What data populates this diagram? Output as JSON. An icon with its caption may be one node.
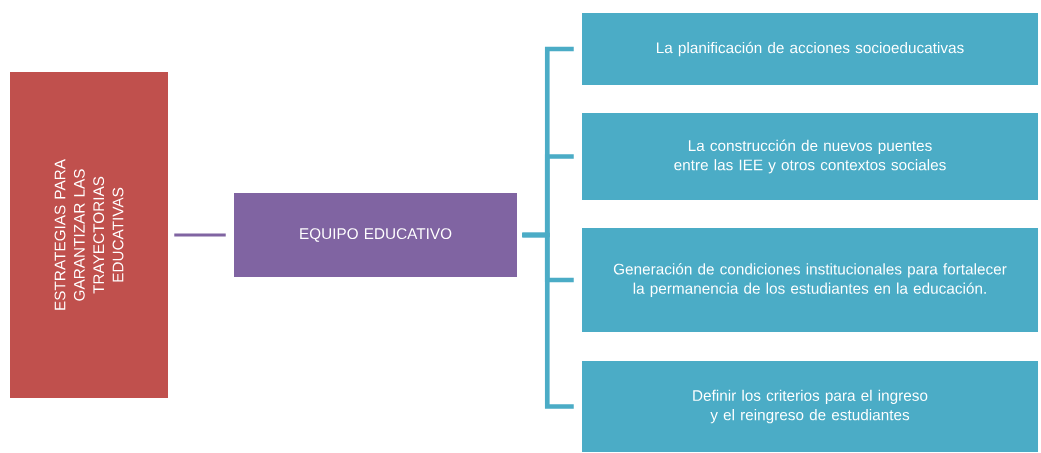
{
  "diagram": {
    "nodes": [
      {
        "text": [
          "ESTRATEGIAS PARA GARANTIZAR LAS TRAYECTORIAS EDUCATIVAS"
        ]
      },
      {
        "text": [
          "EQUIPO  EDUCATIVO"
        ]
      },
      {
        "text": [
          "La planificación de acciones  socioeducativas"
        ]
      },
      {
        "text": [
          "La construcción de nuevos puentes entre las IEE y otros contextos sociales"
        ]
      },
      {
        "text": [
          "Generación de condiciones institucionales para fortalecer la permanencia de los estudiantes en la educación."
        ]
      },
      {
        "text": [
          "Definir los criterios para el ingreso y el reingreso de estudiantes"
        ]
      }
    ],
    "edges": [
      {
        "from": 0,
        "to": 1,
        "arrow": "none",
        "color": "#8064a2"
      },
      {
        "from": 1,
        "to": 2,
        "arrow": "none"
      },
      {
        "from": 1,
        "to": 3,
        "arrow": "none"
      },
      {
        "from": 1,
        "to": 4,
        "arrow": "none"
      },
      {
        "from": 1,
        "to": 5,
        "arrow": "none"
      }
    ]
  }
}
